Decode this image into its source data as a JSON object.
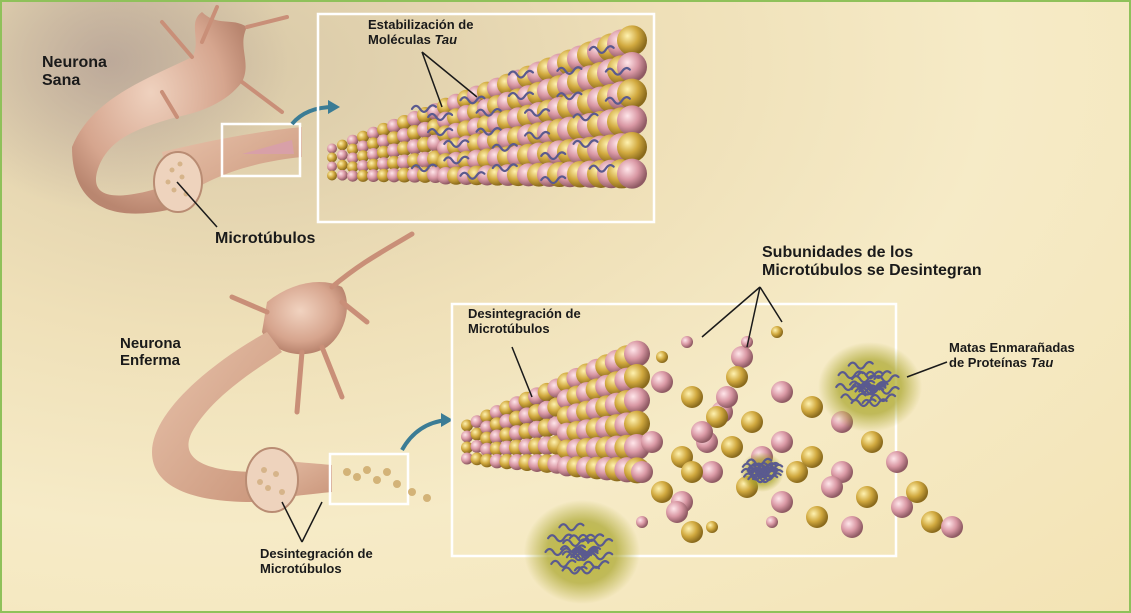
{
  "labels": {
    "healthy_neuron": [
      "Neurona",
      "Sana"
    ],
    "tau_stabilization": [
      "Estabilización de",
      "Moléculas ",
      "Tau"
    ],
    "microtubules": "Microtúbulos",
    "subunits": [
      "Subunidades de los",
      "Microtúbulos se Desintegran"
    ],
    "sick_neuron": [
      "Neurona",
      "Enferma"
    ],
    "disintegration_upper": [
      "Desintegración de",
      "Microtúbulos"
    ],
    "tangles": [
      "Matas Enmarañadas",
      "de Proteínas ",
      "Tau"
    ],
    "disintegration_lower": [
      "Desintegración de",
      "Microtúbulos"
    ]
  },
  "colors": {
    "border": "#8fc15a",
    "background": "#f6ebc7",
    "neuron": "#d9a98f",
    "tubulin_gold": "#c9a23a",
    "tubulin_pink": "#d79aa4",
    "tau": "#6b6aa0",
    "tangle_glow": "#b7b13a"
  }
}
